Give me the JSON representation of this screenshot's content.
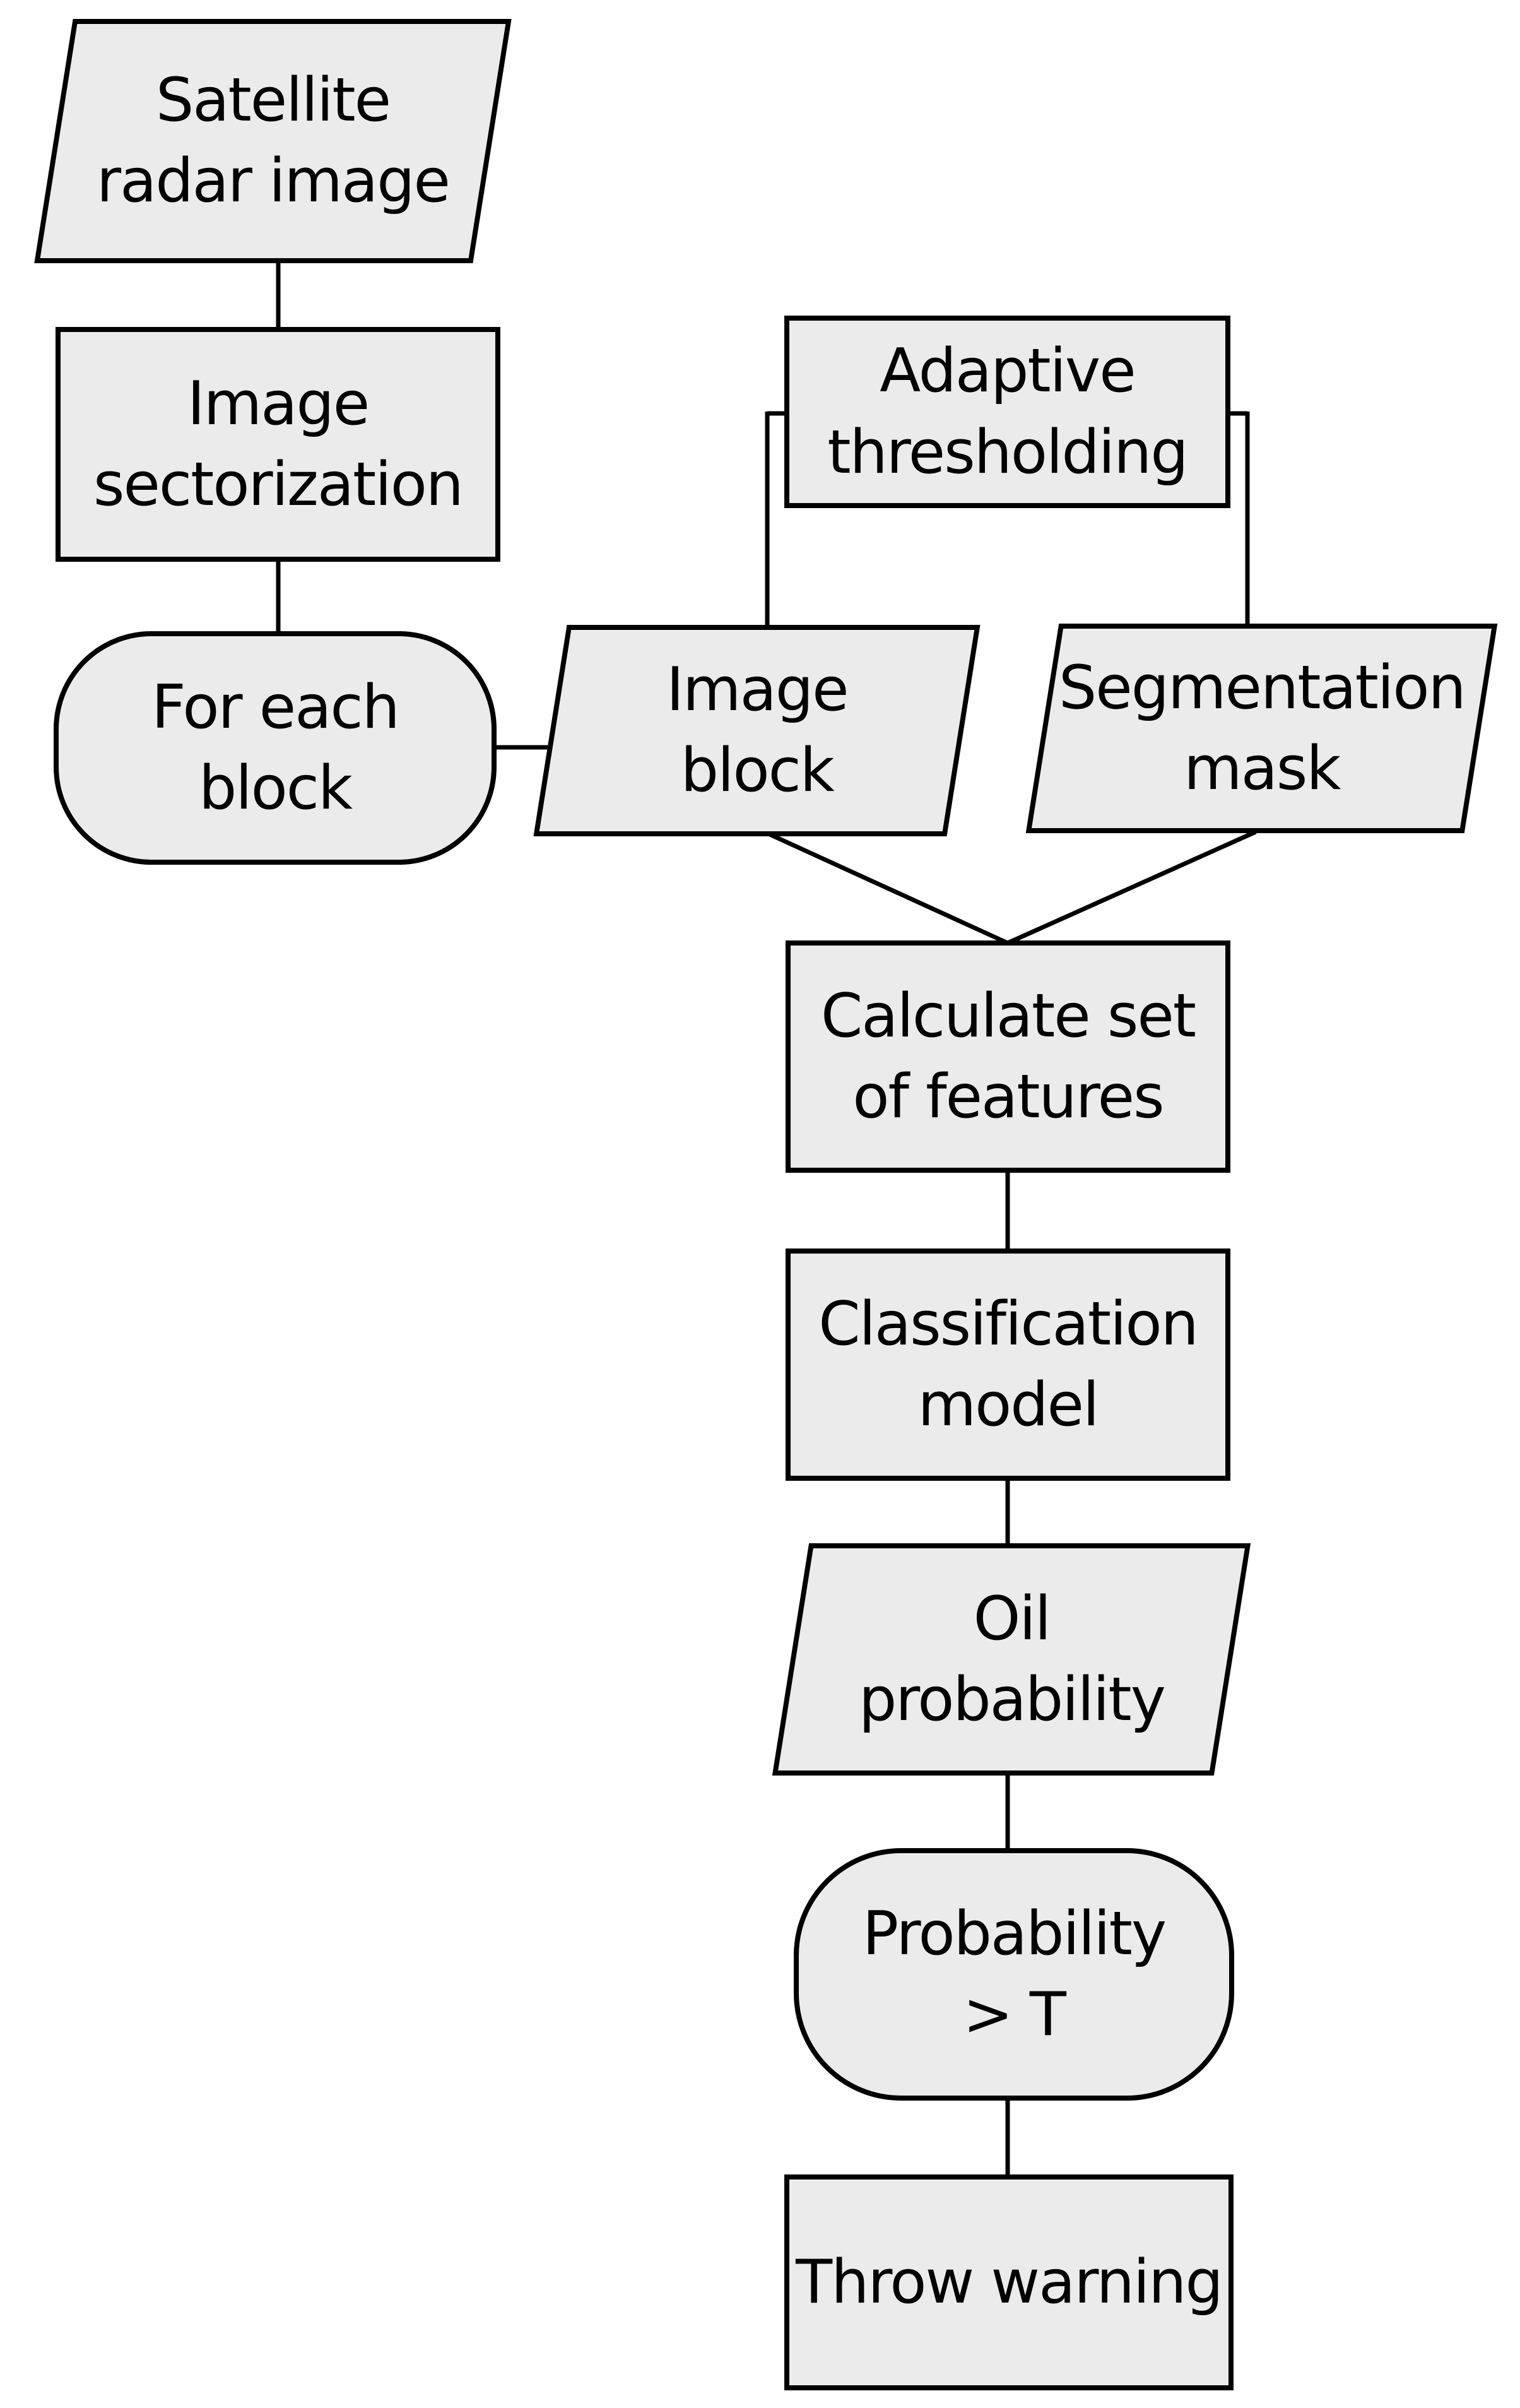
{
  "colors": {
    "background": "#ffffff",
    "node_fill": "#ebebeb",
    "node_border": "#000000",
    "edge": "#000000",
    "text": "#000000"
  },
  "nodes": [
    {
      "id": "satellite-radar-image",
      "shape": "parallelogram",
      "lines": [
        "Satellite",
        "radar image"
      ]
    },
    {
      "id": "image-sectorization",
      "shape": "rect",
      "lines": [
        "Image",
        "sectorization"
      ]
    },
    {
      "id": "for-each-block",
      "shape": "stadium",
      "lines": [
        "For each",
        "block"
      ]
    },
    {
      "id": "adaptive-thresholding",
      "shape": "rect",
      "lines": [
        "Adaptive",
        "thresholding"
      ]
    },
    {
      "id": "image-block",
      "shape": "parallelogram",
      "lines": [
        "Image",
        "block"
      ]
    },
    {
      "id": "segmentation-mask",
      "shape": "parallelogram",
      "lines": [
        "Segmentation",
        "mask"
      ]
    },
    {
      "id": "calculate-set-of-features",
      "shape": "rect",
      "lines": [
        "Calculate set",
        "of features"
      ]
    },
    {
      "id": "classification-model",
      "shape": "rect",
      "lines": [
        "Classification",
        "model"
      ]
    },
    {
      "id": "oil-probability",
      "shape": "parallelogram",
      "lines": [
        "Oil",
        "probability"
      ]
    },
    {
      "id": "probability-gt-t",
      "shape": "stadium",
      "lines": [
        "Probability",
        "> T"
      ]
    },
    {
      "id": "throw-warning",
      "shape": "rect",
      "lines": [
        "Throw warning"
      ]
    }
  ],
  "edges": [
    {
      "from": "satellite-radar-image",
      "to": "image-sectorization"
    },
    {
      "from": "image-sectorization",
      "to": "for-each-block"
    },
    {
      "from": "for-each-block",
      "to": "image-block"
    },
    {
      "from": "adaptive-thresholding",
      "to": "image-block"
    },
    {
      "from": "adaptive-thresholding",
      "to": "segmentation-mask"
    },
    {
      "from": "image-block",
      "to": "calculate-set-of-features"
    },
    {
      "from": "segmentation-mask",
      "to": "calculate-set-of-features"
    },
    {
      "from": "calculate-set-of-features",
      "to": "classification-model"
    },
    {
      "from": "classification-model",
      "to": "oil-probability"
    },
    {
      "from": "oil-probability",
      "to": "probability-gt-t"
    },
    {
      "from": "probability-gt-t",
      "to": "throw-warning"
    }
  ]
}
